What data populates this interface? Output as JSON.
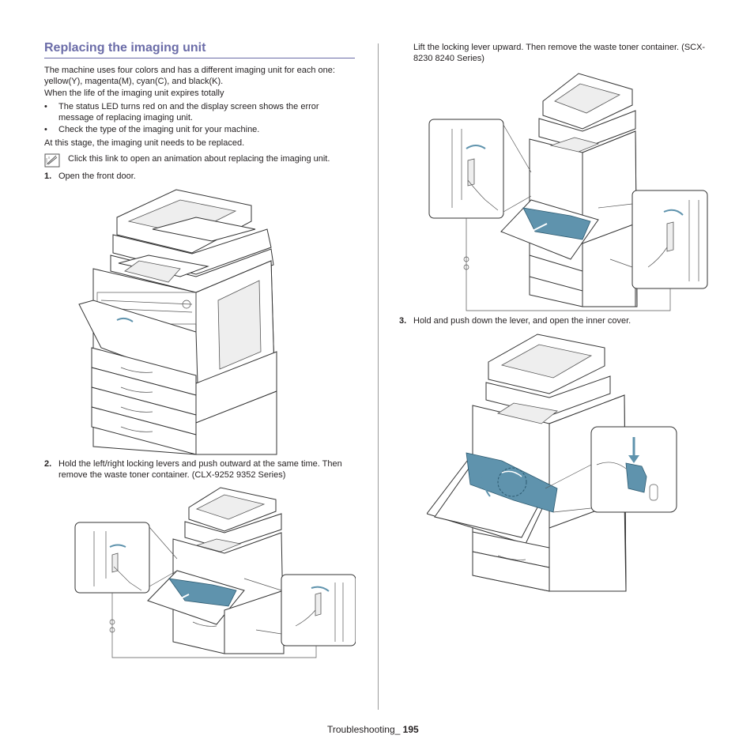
{
  "title": "Replacing the imaging unit",
  "intro": "The machine uses four colors and has a different imaging unit for each one: yellow(Y), magenta(M), cyan(C), and black(K).",
  "when_text": "When the life of the imaging unit expires totally",
  "bullets": [
    "The status LED turns red on and the display screen shows the error message of replacing imaging unit.",
    "Check the type of the imaging unit for your machine."
  ],
  "stage_text": "At this stage, the imaging unit needs to be replaced.",
  "note_text": "Click this link to open an animation about replacing the imaging unit.",
  "steps": [
    {
      "num": "1.",
      "text": "Open the front door."
    },
    {
      "num": "2.",
      "text": "Hold the left/right locking levers and push outward at the same time. Then remove the waste toner container. (CLX-9252 9352 Series)"
    },
    {
      "num": "",
      "text": "Lift the locking lever upward. Then remove the waste toner container. (SCX-8230 8240 Series)"
    },
    {
      "num": "3.",
      "text": "Hold and push down the lever, and open the inner cover."
    }
  ],
  "footer": {
    "label": "Troubleshooting_",
    "page": "195"
  },
  "colors": {
    "heading": "#6b6ca8",
    "toner": "#5f93ad"
  }
}
